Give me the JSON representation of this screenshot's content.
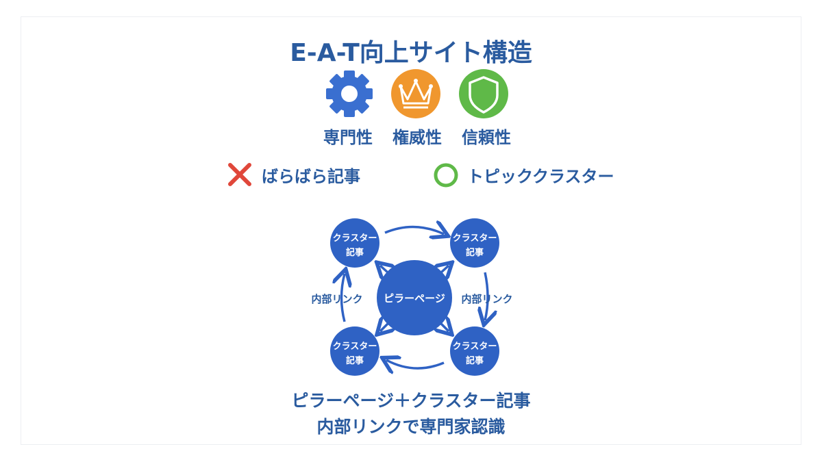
{
  "title": "E-A-T向上サイト構造",
  "pillars": [
    {
      "label": "専門性",
      "icon": "gear-icon",
      "color": "#3a6fd0"
    },
    {
      "label": "権威性",
      "icon": "crown-icon",
      "color": "#f0972e"
    },
    {
      "label": "信頼性",
      "icon": "shield-icon",
      "color": "#5fb948"
    }
  ],
  "comparison": {
    "bad": {
      "label": "ばらばら記事",
      "icon": "cross-icon",
      "color": "#e0473a"
    },
    "good": {
      "label": "トピッククラスター",
      "icon": "circle-icon",
      "color": "#5fb948"
    }
  },
  "diagram": {
    "center": "ピラーページ",
    "cluster_line1": "クラスター",
    "cluster_line2": "記事",
    "link_label": "内部リンク",
    "node_color": "#2f62c4"
  },
  "footer": {
    "line1": "ピラーページ＋クラスター記事",
    "line2": "内部リンクで専門家認識"
  }
}
